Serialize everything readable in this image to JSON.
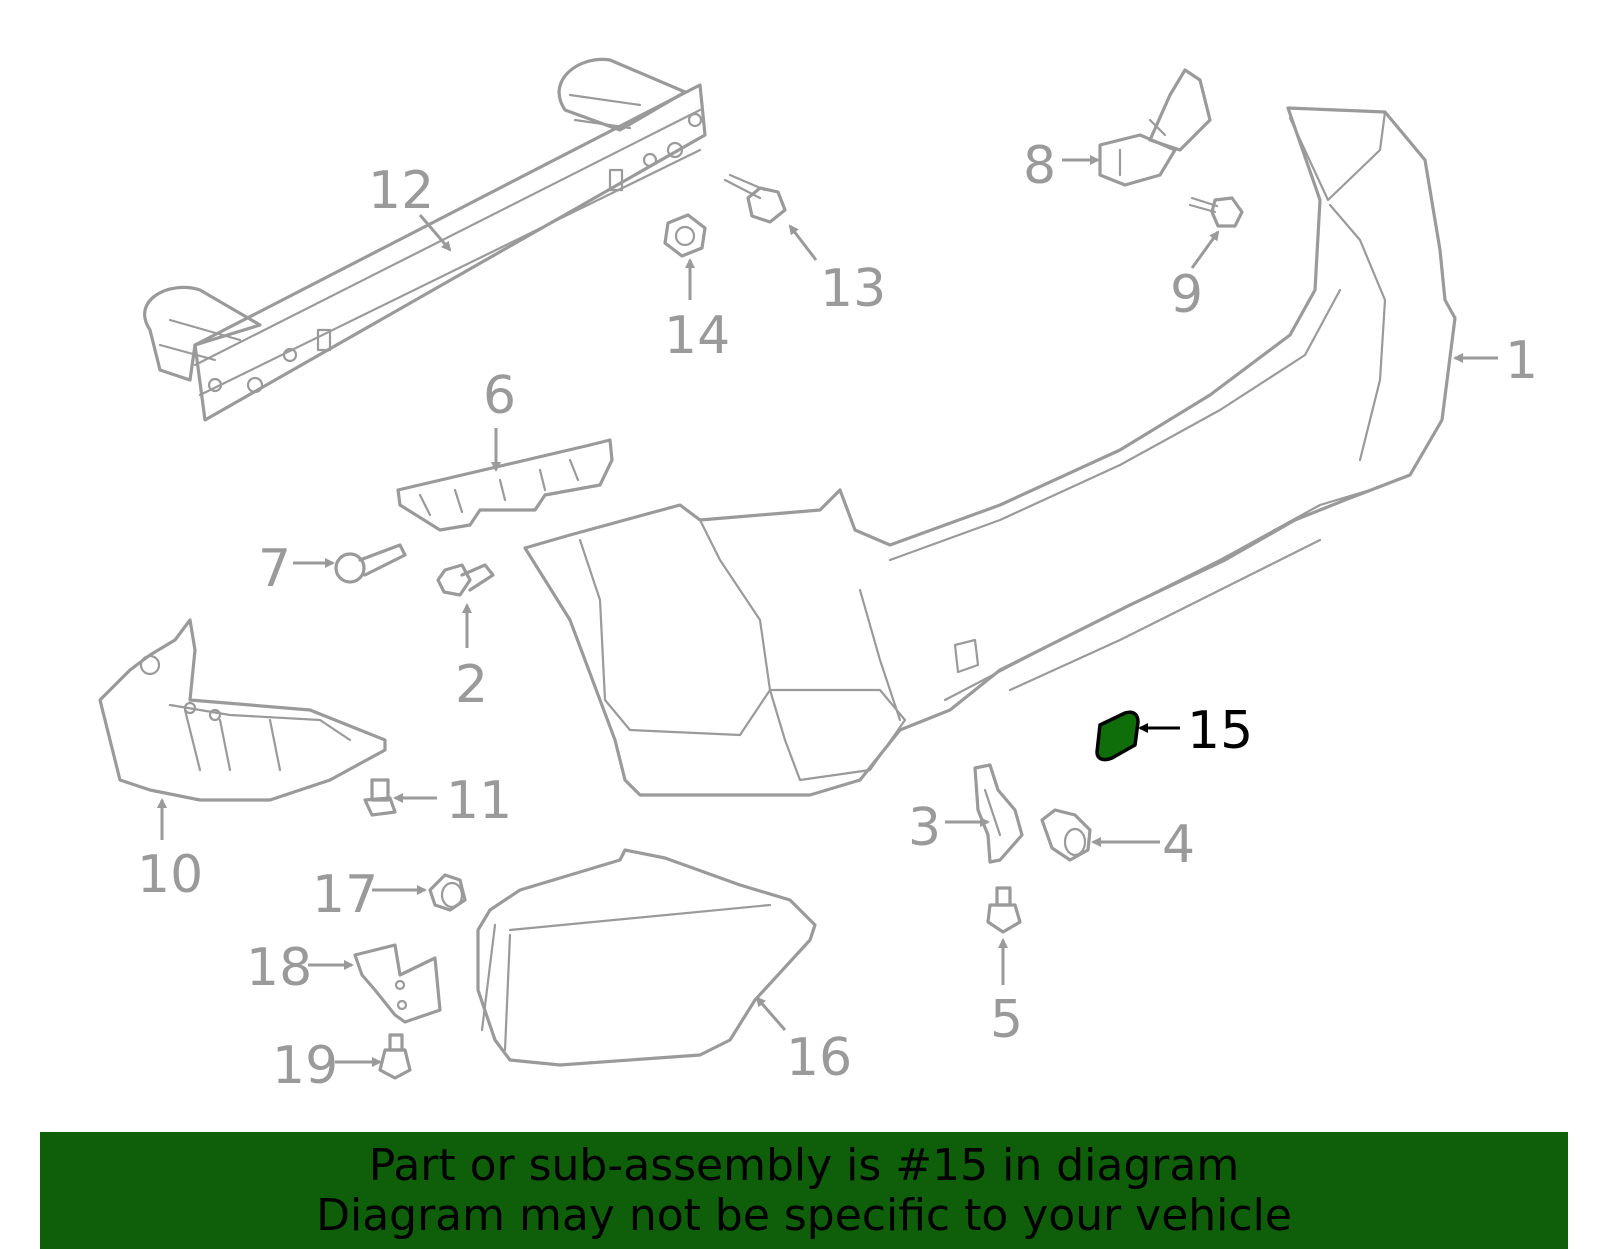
{
  "diagram": {
    "highlight_color": "#0f6e0a",
    "line_color": "#9a9a9a",
    "callouts": {
      "c1": "1",
      "c2": "2",
      "c3": "3",
      "c4": "4",
      "c5": "5",
      "c6": "6",
      "c7": "7",
      "c8": "8",
      "c9": "9",
      "c10": "10",
      "c11": "11",
      "c12": "12",
      "c13": "13",
      "c14": "14",
      "c15": "15",
      "c16": "16",
      "c17": "17",
      "c18": "18",
      "c19": "19"
    },
    "highlighted_part": "15"
  },
  "banner": {
    "line1": "Part or sub-assembly is #15 in diagram",
    "line2": "Diagram may not be specific to your vehicle",
    "background": "#0f5e0a"
  }
}
